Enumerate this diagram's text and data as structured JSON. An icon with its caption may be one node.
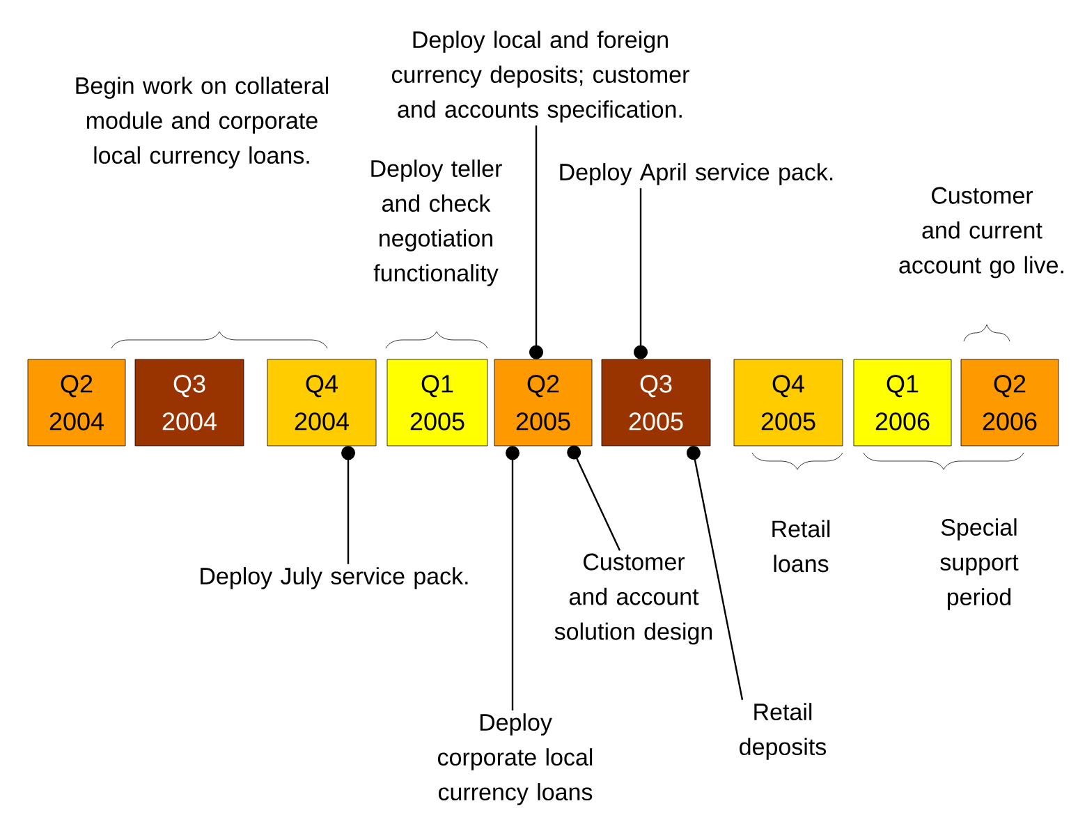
{
  "diagram": {
    "nodes": [
      {
        "text": [
          "Q2 2004"
        ]
      },
      {
        "text": [
          "Q3 2004"
        ]
      },
      {
        "text": [
          "Q4 2004"
        ]
      },
      {
        "text": [
          "Q1 2005"
        ]
      },
      {
        "text": [
          "Q2 2005"
        ]
      },
      {
        "text": [
          "Q3 2005"
        ]
      },
      {
        "text": [
          "Q4 2005"
        ]
      },
      {
        "text": [
          "Q1 2006"
        ]
      },
      {
        "text": [
          "Q2 2006"
        ]
      },
      {
        "text": [
          "Deploy local and foreign currency deposits; customer and accounts specification."
        ]
      },
      {
        "text": [
          "Deploy April service pack."
        ]
      },
      {
        "text": [
          "Deploy July service pack."
        ]
      },
      {
        "text": [
          "Customer and account solution design"
        ]
      },
      {
        "text": [
          "Deploy corporate local currency loans"
        ]
      },
      {
        "text": [
          "Retail deposits"
        ]
      }
    ],
    "edges": [
      {
        "from": 9,
        "to": 4,
        "arrow": "other"
      },
      {
        "from": 10,
        "to": 5,
        "arrow": "other"
      },
      {
        "from": 11,
        "to": 2,
        "arrow": "other"
      },
      {
        "from": 12,
        "to": 4,
        "arrow": "other"
      },
      {
        "from": 13,
        "to": 4,
        "arrow": "other"
      },
      {
        "from": 14,
        "to": 5,
        "arrow": "other"
      }
    ],
    "labels": [
      "Begin work on collateral module and corporate local currency loans.",
      "Deploy teller and check negotiation functionality",
      "Customer and current account go live.",
      "Retail loans",
      "Special support period"
    ]
  }
}
